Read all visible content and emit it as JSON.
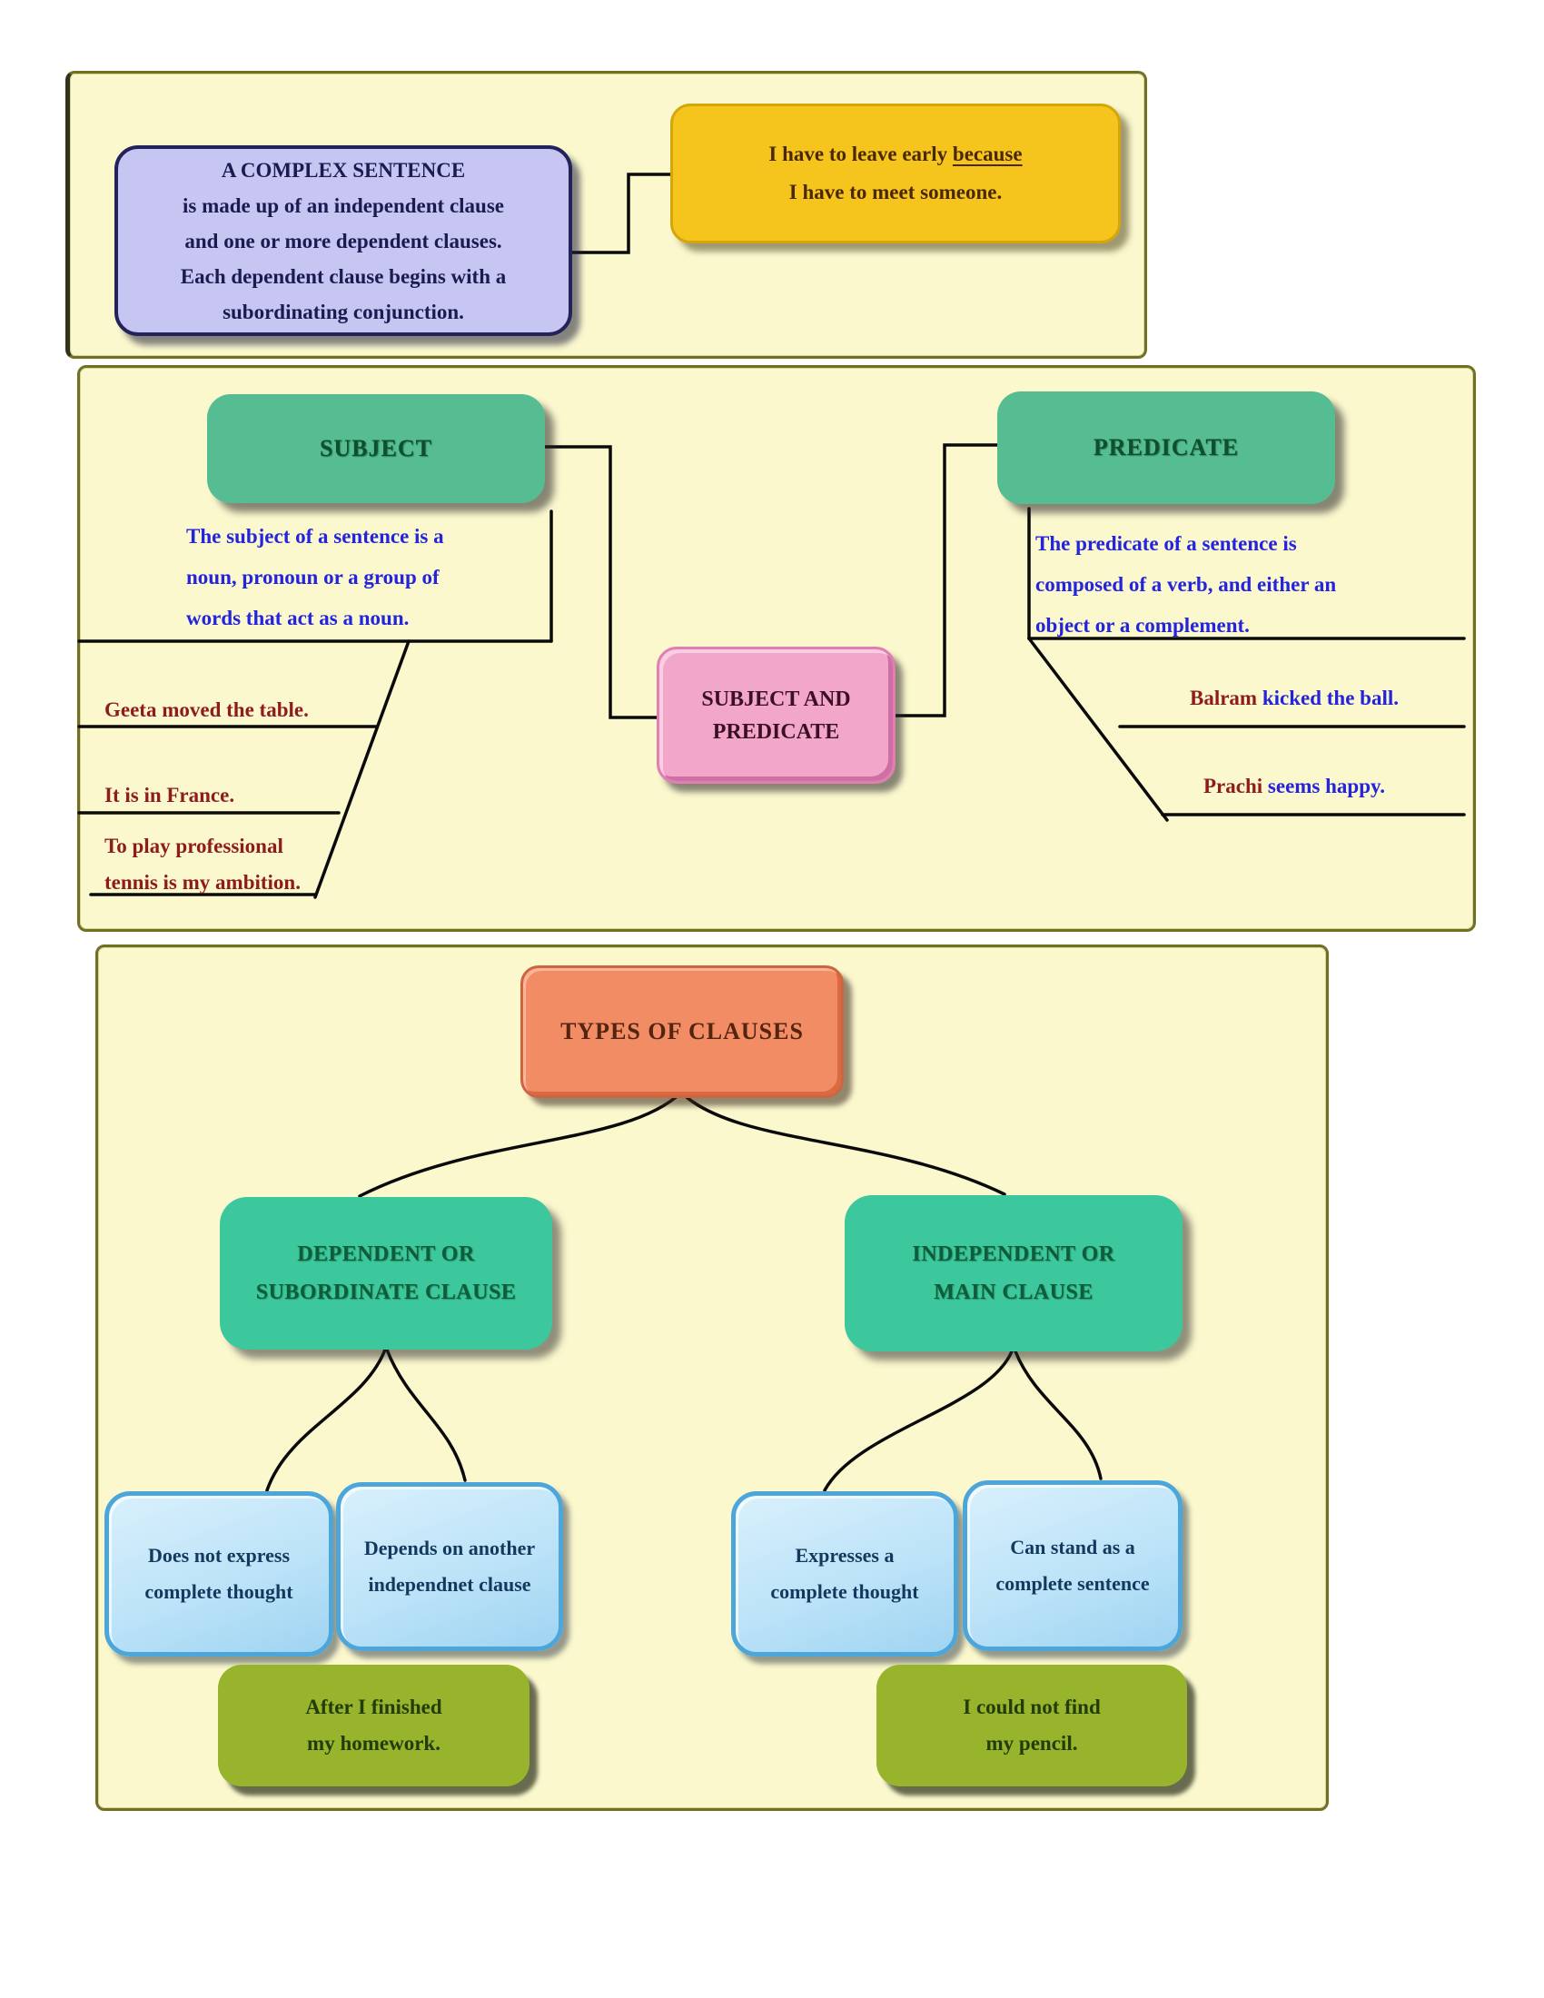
{
  "colors": {
    "panel_background": "#FBF8CE",
    "panel_border": "#6F7022",
    "lavender_box": "#C7C5F1",
    "gold_box": "#F5C51D",
    "teal_box": "#56BD92",
    "pink_box": "#F2A6CA",
    "salmon_box": "#F28C64",
    "emerald_box": "#3CC89C",
    "light_blue_box": "#BCE3F8",
    "olive_box": "#98B42C",
    "definition_text_blue": "#2424DC",
    "example_text_red": "#8E1C1C",
    "connector_line": "#0A0A0A"
  },
  "panel1": {
    "definition_box": {
      "lines": [
        "A COMPLEX SENTENCE",
        "is made up of an independent clause",
        "and one or more dependent clauses.",
        "Each dependent clause begins with a",
        "subordinating conjunction."
      ]
    },
    "example_box": {
      "line1_before": "I have to leave early ",
      "line1_underlined": "because",
      "line2": "I have to meet someone."
    }
  },
  "panel2": {
    "subject_label": "SUBJECT",
    "predicate_label": "PREDICATE",
    "subject_definition_lines": [
      "The subject of a sentence is a",
      "noun, pronoun or a group of",
      "words that act as a noun."
    ],
    "predicate_definition_lines": [
      "The predicate of a sentence is",
      "composed of a verb, and either an",
      "object or a complement."
    ],
    "center_label_lines": [
      "SUBJECT AND",
      "PREDICATE"
    ],
    "subject_examples": {
      "ex1": "Geeta moved the table.",
      "ex2": "It is in France.",
      "ex3_line1": "To play professional",
      "ex3_line2": "tennis is my ambition."
    },
    "predicate_examples": {
      "ex1_subject": "Balram",
      "ex1_rest": " kicked the ball.",
      "ex2_subject": "Prachi",
      "ex2_rest": " seems happy."
    }
  },
  "panel3": {
    "title": "TYPES OF CLAUSES",
    "dependent_label_lines": [
      "DEPENDENT OR",
      "SUBORDINATE CLAUSE"
    ],
    "independent_label_lines": [
      "INDEPENDENT OR",
      "MAIN CLAUSE"
    ],
    "dependent_trait1_lines": [
      "Does not express",
      "complete thought"
    ],
    "dependent_trait2_lines": [
      "Depends on another",
      "independnet clause"
    ],
    "independent_trait1_lines": [
      "Expresses a",
      "complete thought"
    ],
    "independent_trait2_lines": [
      "Can stand as a",
      "complete sentence"
    ],
    "dependent_example_lines": [
      "After I finished",
      "my homework."
    ],
    "independent_example_lines": [
      "I could not find",
      "my pencil."
    ]
  }
}
